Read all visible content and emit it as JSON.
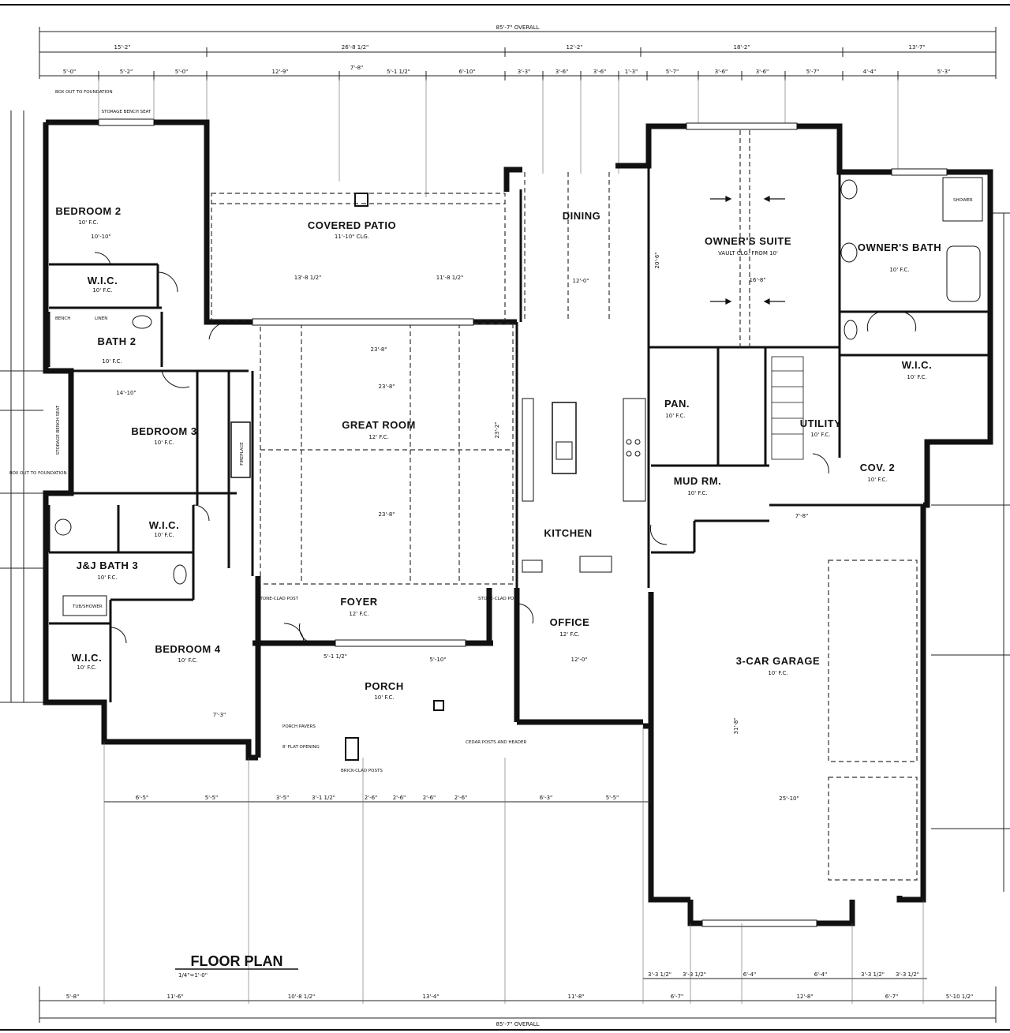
{
  "overall": {
    "top": "85'-7\" OVERALL",
    "bottom": "85'-7\" OVERALL"
  },
  "title": {
    "main": "FLOOR PLAN",
    "scale": "1/4\"=1'-0\""
  },
  "rooms": {
    "bedroom2": {
      "name": "BEDROOM 2",
      "ceiling": "10' F.C."
    },
    "bedroom3": {
      "name": "BEDROOM 3",
      "ceiling": "10' F.C."
    },
    "bedroom4": {
      "name": "BEDROOM 4",
      "ceiling": "10' F.C."
    },
    "bath2": {
      "name": "BATH 2",
      "ceiling": "10' F.C."
    },
    "jjbath": {
      "name": "J&J BATH 3",
      "ceiling": "10' F.C."
    },
    "wic2": {
      "name": "W.I.C.",
      "ceiling": "10' F.C."
    },
    "wic3": {
      "name": "W.I.C.",
      "ceiling": "10' F.C."
    },
    "wic4": {
      "name": "W.I.C.",
      "ceiling": "10' F.C."
    },
    "patio": {
      "name": "COVERED PATIO",
      "ceiling": "11'-10\" CLG."
    },
    "great": {
      "name": "GREAT ROOM",
      "ceiling": "12' F.C."
    },
    "dining": {
      "name": "DINING"
    },
    "kitchen": {
      "name": "KITCHEN"
    },
    "foyer": {
      "name": "FOYER",
      "ceiling": "12' F.C."
    },
    "porch": {
      "name": "PORCH",
      "ceiling": "10' F.C."
    },
    "office": {
      "name": "OFFICE",
      "ceiling": "12' F.C."
    },
    "owners": {
      "name": "OWNER'S SUITE",
      "ceiling": "VAULT CLG. FROM 10'"
    },
    "obath": {
      "name": "OWNER'S BATH",
      "ceiling": "10' F.C."
    },
    "owic": {
      "name": "W.I.C.",
      "ceiling": "10' F.C."
    },
    "pan": {
      "name": "PAN.",
      "ceiling": "10' F.C."
    },
    "mud": {
      "name": "MUD RM.",
      "ceiling": "10' F.C."
    },
    "utility": {
      "name": "UTILITY",
      "ceiling": "10' F.C."
    },
    "cov2": {
      "name": "COV. 2",
      "ceiling": "10' F.C."
    },
    "garage": {
      "name": "3-CAR GARAGE",
      "ceiling": "10' F.C."
    }
  },
  "notes": {
    "box_out_1": "BOX OUT TO FOUNDATION",
    "box_out_2": "BOX OUT TO FOUNDATION",
    "storage_1": "STORAGE BENCH SEAT",
    "storage_2": "STORAGE BENCH SEAT",
    "cedar": "CEDAR POSTS AND HEADER",
    "pavers": "PORCH PAVERS",
    "flat": "8' FLAT OPENING",
    "stone_1": "STONE-CLAD POST",
    "stone_2": "STONE-CLAD POST",
    "brick": "BRICK-CLAD POSTS",
    "tub": "TUB/SHOWER",
    "shower": "SHOWER",
    "fp": "FIREPLACE",
    "bench": "BENCH",
    "linen": "LINEN"
  },
  "dims_top_1": [
    "15'-2\"",
    "26'-8 1/2\"",
    "12'-2\"",
    "18'-2\"",
    "13'-7\""
  ],
  "dims_top_2": [
    "5'-0\"",
    "5'-2\"",
    "5'-0\"",
    "12'-9\"",
    "7'-8\"",
    "5'-1 1/2\"",
    "6'-10\"",
    "3'-3\"",
    "3'-6\"",
    "3'-6\"",
    "1'-3\"",
    "5'-7\"",
    "3'-6\"",
    "3'-6\"",
    "5'-7\"",
    "4'-4\"",
    "5'-3\""
  ],
  "dims_bottom_1": [
    "6'-5\"",
    "5'-5\"",
    "3'-5\"",
    "3'-1 1/2\"",
    "2'-6\"",
    "2'-6\"",
    "2'-6\"",
    "2'-6\"",
    "6'-3\"",
    "5'-5\""
  ],
  "dims_bottom_2": [
    "5'-8\"",
    "11'-6\"",
    "10'-8 1/2\"",
    "13'-4\"",
    "11'-8\"",
    "6'-7\"",
    "12'-8\"",
    "6'-7\"",
    "5'-10 1/2\""
  ],
  "dims_garage": [
    "3'-3 1/2\"",
    "3'-3 1/2\"",
    "6'-4\"",
    "6'-4\"",
    "3'-3 1/2\"",
    "3'-3 1/2\""
  ],
  "dims_interior": {
    "great_w1": "23'-8\"",
    "great_w2": "23'-8\"",
    "great_w3": "23'-8\"",
    "patio_w1": "13'-8 1/2\"",
    "patio_w2": "11'-8 1/2\"",
    "garage_w": "25'-10\"",
    "garage_d": "31'-8\"",
    "owner_w": "16'-8\"",
    "owner_d": "20'-6\"",
    "porch_w": "5'-10\"",
    "porch_l": "5'-1 1/2\"",
    "office_w": "12'-0\"",
    "bed2_w": "10'-10\"",
    "bed3_w": "14'-10\"",
    "bed4_w": "7'-3\"",
    "kitchen": "23'-2\"",
    "dining_w": "12'-0\"",
    "mud_w": "7'-8\""
  }
}
